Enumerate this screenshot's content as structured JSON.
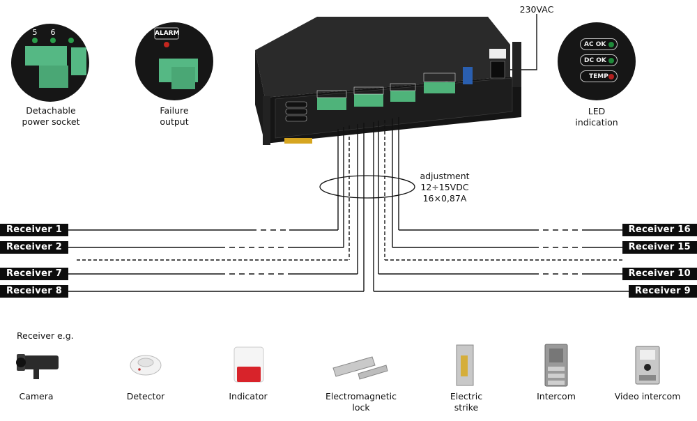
{
  "power_label": "230VAC",
  "adjustment": {
    "line1": "adjustment",
    "line2": "12÷15VDC",
    "line3": "16×0,87A"
  },
  "insets": [
    {
      "name": "detachable-power-socket",
      "caption": [
        "Detachable",
        "power socket"
      ],
      "terminal_numbers": [
        "5",
        "6"
      ]
    },
    {
      "name": "failure-output",
      "caption": [
        "Failure",
        "output"
      ],
      "plate_text": "ALARM"
    },
    {
      "name": "led-indication",
      "caption": [
        "LED",
        "indication"
      ],
      "leds": [
        {
          "label": "AC OK",
          "color": "#1f8a3a"
        },
        {
          "label": "DC OK",
          "color": "#1f8a3a"
        },
        {
          "label": "TEMP",
          "color": "#b3201f"
        }
      ]
    }
  ],
  "receivers_left": [
    "Receiver 1",
    "Receiver 2",
    "Receiver 7",
    "Receiver 8"
  ],
  "receivers_right": [
    "Receiver 16",
    "Receiver 15",
    "Receiver 10",
    "Receiver 9"
  ],
  "receiver_examples_title": "Receiver e.g.",
  "devices": [
    {
      "icon": "camera-icon",
      "label": [
        "Camera"
      ]
    },
    {
      "icon": "detector-icon",
      "label": [
        "Detector"
      ]
    },
    {
      "icon": "indicator-icon",
      "label": [
        "Indicator"
      ]
    },
    {
      "icon": "electromagnetic-lock-icon",
      "label": [
        "Electromagnetic",
        "lock"
      ]
    },
    {
      "icon": "electric-strike-icon",
      "label": [
        "Electric",
        "strike"
      ]
    },
    {
      "icon": "intercom-icon",
      "label": [
        "Intercom"
      ]
    },
    {
      "icon": "video-intercom-icon",
      "label": [
        "Video intercom"
      ]
    }
  ],
  "colors": {
    "line": "#111111",
    "label_bg": "#0d0d0d",
    "device_body": "#1b1b1b",
    "terminal": "#4fb37a"
  }
}
